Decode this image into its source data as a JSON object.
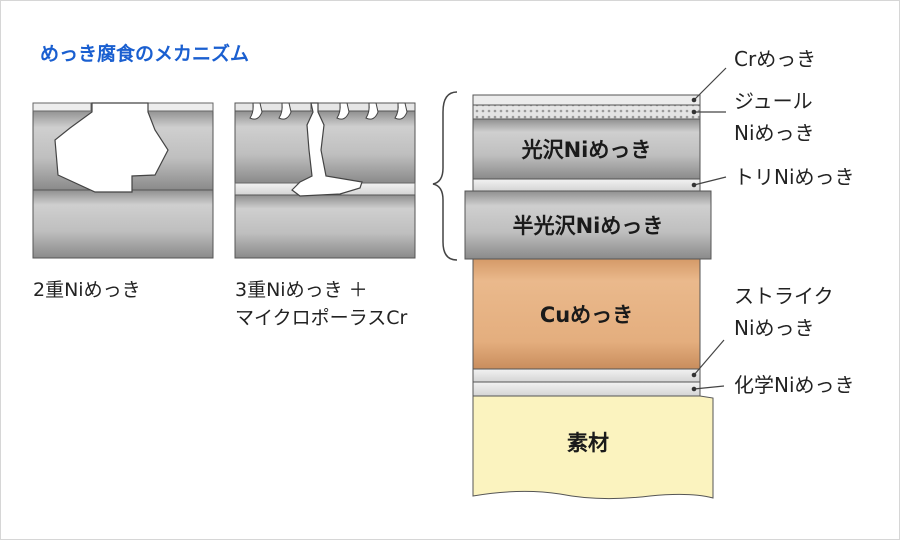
{
  "title": "めっき腐食のメカニズム",
  "colors": {
    "accent": "#1a5fd0",
    "ni_gray": "#b9b9b9",
    "cu": "#e6b489",
    "substrate": "#fbf3bf",
    "thin_layer": "#ececec"
  },
  "left_diagrams": {
    "double": {
      "caption": "2重Niめっき"
    },
    "triple": {
      "caption_line1": "3重Niめっき ＋",
      "caption_line2": "マイクロポーラスCr"
    }
  },
  "stack": {
    "bright_ni": "光沢Niめっき",
    "semi_bright_ni": "半光沢Niめっき",
    "cu": "Cuめっき",
    "substrate": "素材"
  },
  "callouts": {
    "cr": "Crめっき",
    "joule_line1": "ジュール",
    "joule_line2": "Niめっき",
    "tri": "トリNiめっき",
    "strike_line1": "ストライク",
    "strike_line2": "Niめっき",
    "chemical": "化学Niめっき"
  }
}
